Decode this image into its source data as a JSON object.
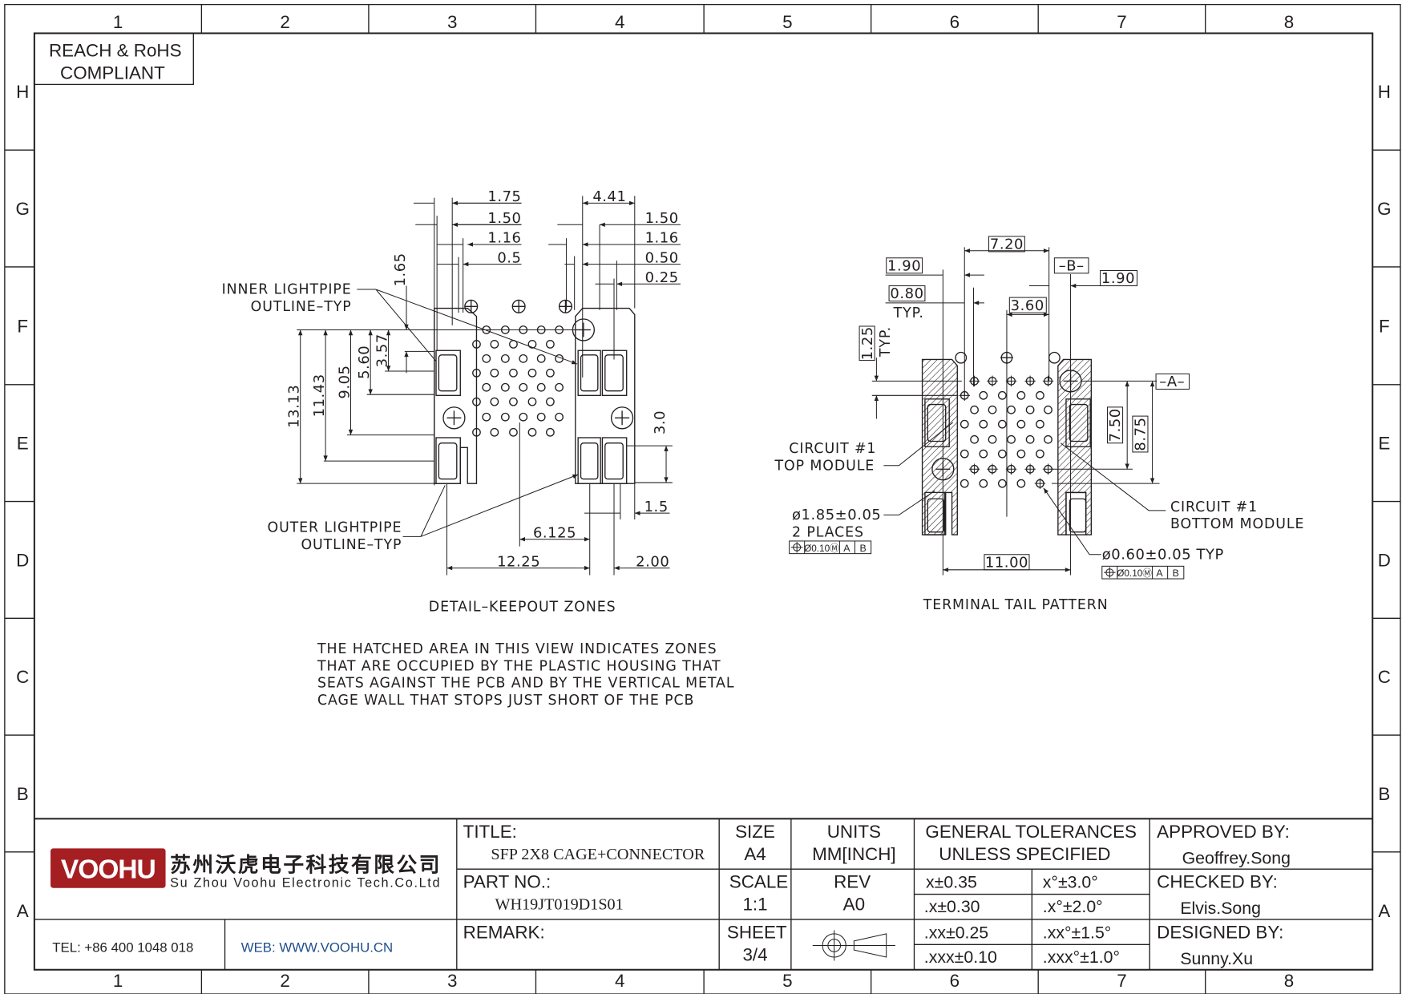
{
  "zones": {
    "columns": [
      "1",
      "2",
      "3",
      "4",
      "5",
      "6",
      "7",
      "8"
    ],
    "rows": [
      "H",
      "G",
      "F",
      "E",
      "D",
      "C",
      "B",
      "A"
    ]
  },
  "compliance": {
    "line1": "REACH & RoHS",
    "line2": "COMPLIANT"
  },
  "detail_view": {
    "caption": "DETAIL–KEEPOUT ZONES",
    "inner_label_1": "INNER  LIGHTPIPE",
    "inner_label_2": "OUTLINE–TYP",
    "outer_label_1": "OUTER  LIGHTPIPE",
    "outer_label_2": "OUTLINE–TYP",
    "dims": {
      "d175": "1.75",
      "d150a": "1.50",
      "d116a": "1.16",
      "d05": "0.5",
      "d441": "4.41",
      "d150b": "1.50",
      "d116b": "1.16",
      "d050": "0.50",
      "d025": "0.25",
      "d1313": "13.13",
      "d1143": "11.43",
      "d905": "9.05",
      "d560": "5.60",
      "d357": "3.57",
      "d165": "1.65",
      "d30": "3.0",
      "d15": "1.5",
      "d6125": "6.125",
      "d1225": "12.25",
      "d200": "2.00"
    }
  },
  "note": {
    "lines": [
      "THE  HATCHED  AREA  IN  THIS  VIEW  INDICATES  ZONES",
      "THAT  ARE  OCCUPIED  BY  THE  PLASTIC  HOUSING  THAT",
      "SEATS  AGAINST  THE  PCB  AND  BY  THE  VERTICAL  METAL",
      "CAGE  WALL  THAT  STOPS  JUST  SHORT  OF  THE  PCB"
    ]
  },
  "terminal_view": {
    "caption": "TERMINAL  TAIL  PATTERN",
    "top_module_1": "CIRCUIT  #1",
    "top_module_2": "TOP  MODULE",
    "bottom_module_1": "CIRCUIT  #1",
    "bottom_module_2": "BOTTOM  MODULE",
    "hole_large": "ø1.85±0.05",
    "hole_large_qty": "2  PLACES",
    "hole_small": "ø0.60±0.05  TYP",
    "fcf_tol": "Ø0.10Ⓜ",
    "fcf_a": "A",
    "fcf_b": "B",
    "datum_a": "–A–",
    "datum_b": "–B–",
    "typ": "TYP.",
    "dims": {
      "d720": "7.20",
      "d190a": "1.90",
      "d080": "0.80",
      "d360": "3.60",
      "d190b": "1.90",
      "d125": "1.25",
      "d750": "7.50",
      "d875": "8.75",
      "d1100": "11.00"
    }
  },
  "title_block": {
    "company_logo": "VOOHU",
    "company_cn": "苏州沃虎电子科技有限公司",
    "company_en": "Su Zhou Voohu Electronic Tech.Co.Ltd",
    "tel": "TEL: +86 400 1048 018",
    "web": "WEB: WWW.VOOHU.CN",
    "title_label": "TITLE:",
    "title_value": "SFP  2X8  CAGE+CONNECTOR",
    "part_label": "PART NO.:",
    "part_value": "WH19JT019D1S01",
    "remark_label": "REMARK:",
    "size_label": "SIZE",
    "size_value": "A4",
    "units_label": "UNITS",
    "units_value": "MM[INCH]",
    "scale_label": "SCALE",
    "scale_value": "1:1",
    "rev_label": "REV",
    "rev_value": "A0",
    "sheet_label": "SHEET",
    "sheet_value": "3/4",
    "tol_header_1": "GENERAL TOLERANCES",
    "tol_header_2": "UNLESS SPECIFIED",
    "tolerances": [
      {
        "linear": "x±0.35",
        "angular": "x°±3.0°"
      },
      {
        "linear": ".x±0.30",
        "angular": ".x°±2.0°"
      },
      {
        "linear": ".xx±0.25",
        "angular": ".xx°±1.5°"
      },
      {
        "linear": ".xxx±0.10",
        "angular": ".xxx°±1.0°"
      }
    ],
    "approved_label": "APPROVED BY:",
    "approved_value": "Geoffrey.Song",
    "checked_label": "CHECKED BY:",
    "checked_value": "Elvis.Song",
    "designed_label": "DESIGNED BY:",
    "designed_value": "Sunny.Xu"
  },
  "colors": {
    "logo_red": "#a51e22",
    "web_blue": "#1f4e8c",
    "line": "#231f20"
  }
}
